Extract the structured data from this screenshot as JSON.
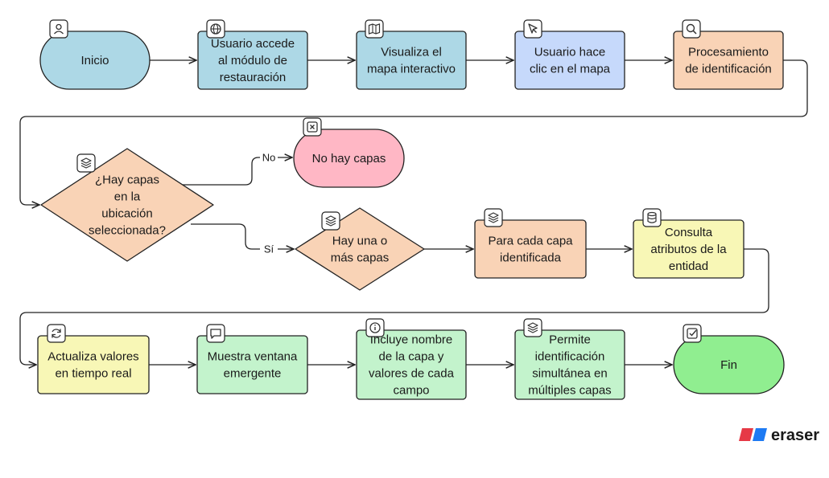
{
  "diagram": {
    "nodes": {
      "inicio": {
        "lines": [
          "Inicio"
        ],
        "color": "#add8e6",
        "icon": "user-icon"
      },
      "accede": {
        "lines": [
          "Usuario accede",
          "al módulo de",
          "restauración"
        ],
        "color": "#add8e6",
        "icon": "globe-icon"
      },
      "visualiza": {
        "lines": [
          "Visualiza el",
          "mapa interactivo"
        ],
        "color": "#add8e6",
        "icon": "map-icon"
      },
      "clic": {
        "lines": [
          "Usuario hace",
          "clic en el mapa"
        ],
        "color": "#c6d9fb",
        "icon": "cursor-icon"
      },
      "procesamiento": {
        "lines": [
          "Procesamiento",
          "de identificación"
        ],
        "color": "#f9d3b6",
        "icon": "search-icon"
      },
      "hay_capas": {
        "lines": [
          "¿Hay capas",
          "en la",
          "ubicación",
          "seleccionada?"
        ],
        "color": "#f9d3b6",
        "icon": "layers-icon"
      },
      "no_capas": {
        "lines": [
          "No hay capas"
        ],
        "color": "#ffb7c5",
        "icon": "x-square-icon"
      },
      "una_o_mas": {
        "lines": [
          "Hay una o",
          "más capas"
        ],
        "color": "#f9d3b6",
        "icon": "layers-icon"
      },
      "cada_capa": {
        "lines": [
          "Para cada capa",
          "identificada"
        ],
        "color": "#f9d3b6",
        "icon": "layers-icon"
      },
      "consulta": {
        "lines": [
          "Consulta",
          "atributos de la",
          "entidad"
        ],
        "color": "#f8f7b6",
        "icon": "database-icon"
      },
      "actualiza": {
        "lines": [
          "Actualiza valores",
          "en tiempo real"
        ],
        "color": "#f8f7b6",
        "icon": "refresh-icon"
      },
      "ventana": {
        "lines": [
          "Muestra ventana",
          "emergente"
        ],
        "color": "#c3f3cc",
        "icon": "message-icon"
      },
      "incluye": {
        "lines": [
          "Incluye nombre",
          "de la capa y",
          "valores de cada",
          "campo"
        ],
        "color": "#c3f3cc",
        "icon": "info-icon"
      },
      "permite": {
        "lines": [
          "Permite",
          "identificación",
          "simultánea en",
          "múltiples capas"
        ],
        "color": "#c3f3cc",
        "icon": "layers-icon"
      },
      "fin": {
        "lines": [
          "Fin"
        ],
        "color": "#90ee90",
        "icon": "check-square-icon"
      }
    },
    "edge_labels": {
      "no": "No",
      "si": "Sí"
    },
    "logo": {
      "text": "eraser"
    }
  }
}
